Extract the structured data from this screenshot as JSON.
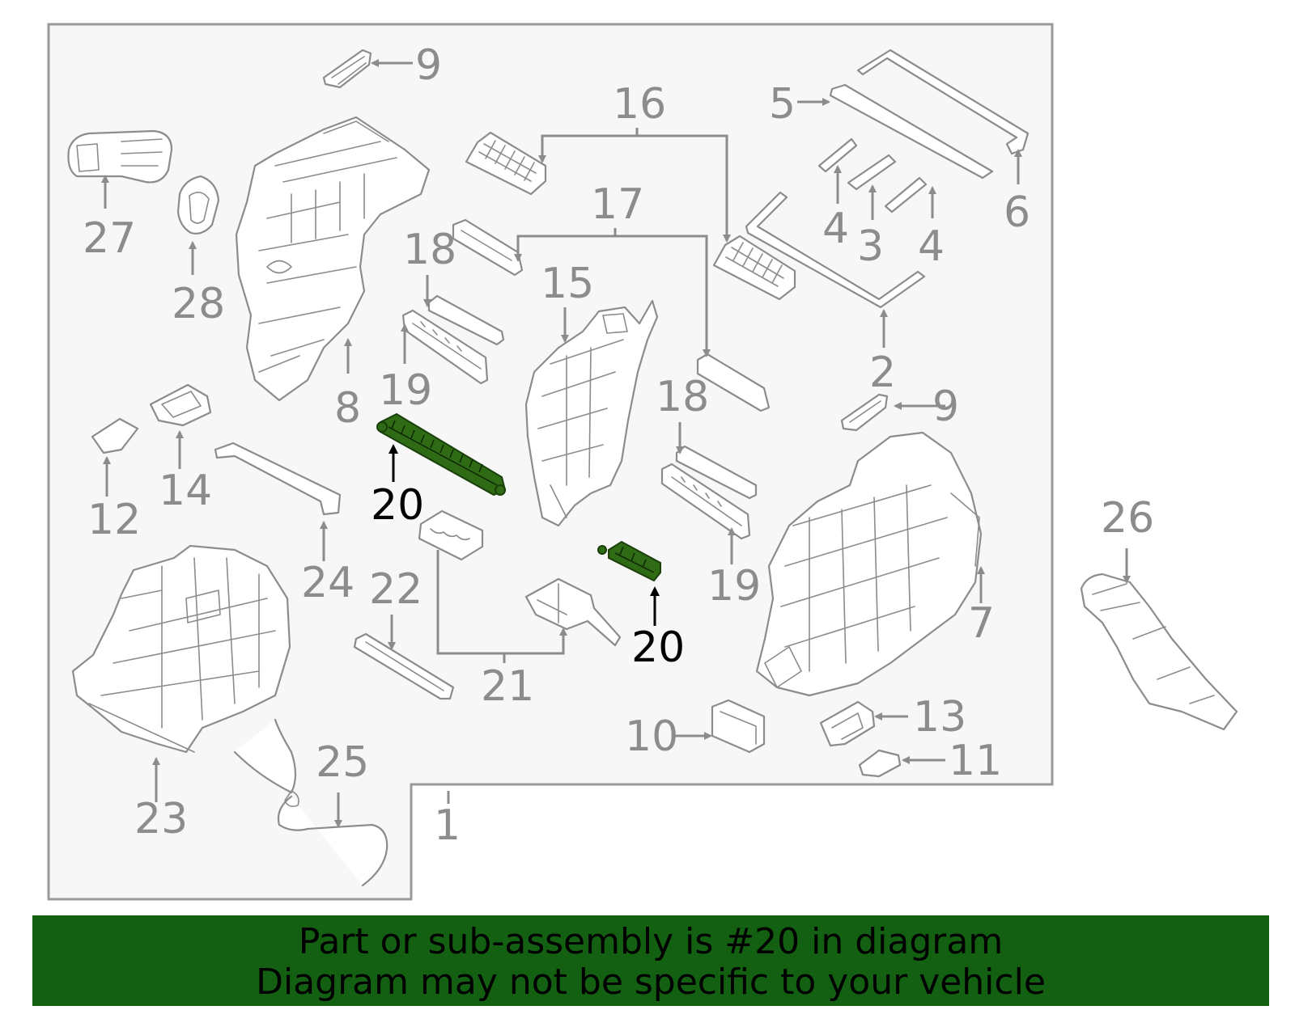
{
  "diagram": {
    "callouts": {
      "c1": "1",
      "c2": "2",
      "c3": "3",
      "c4a": "4",
      "c4b": "4",
      "c5": "5",
      "c6": "6",
      "c7": "7",
      "c8": "8",
      "c9a": "9",
      "c9b": "9",
      "c10": "10",
      "c11": "11",
      "c12": "12",
      "c13": "13",
      "c14": "14",
      "c15": "15",
      "c16": "16",
      "c17": "17",
      "c18a": "18",
      "c18b": "18",
      "c19a": "19",
      "c19b": "19",
      "c20a": "20",
      "c20b": "20",
      "c21": "21",
      "c22": "22",
      "c23": "23",
      "c24": "24",
      "c25": "25",
      "c26": "26",
      "c27": "27",
      "c28": "28"
    },
    "highlighted_part": "20",
    "colors": {
      "highlight": "#2e6b14",
      "banner": "#136012",
      "line": "#8c8c8c"
    }
  },
  "banner": {
    "line1": "Part or sub-assembly is #20 in diagram",
    "line2": "Diagram may not be specific to your vehicle"
  }
}
